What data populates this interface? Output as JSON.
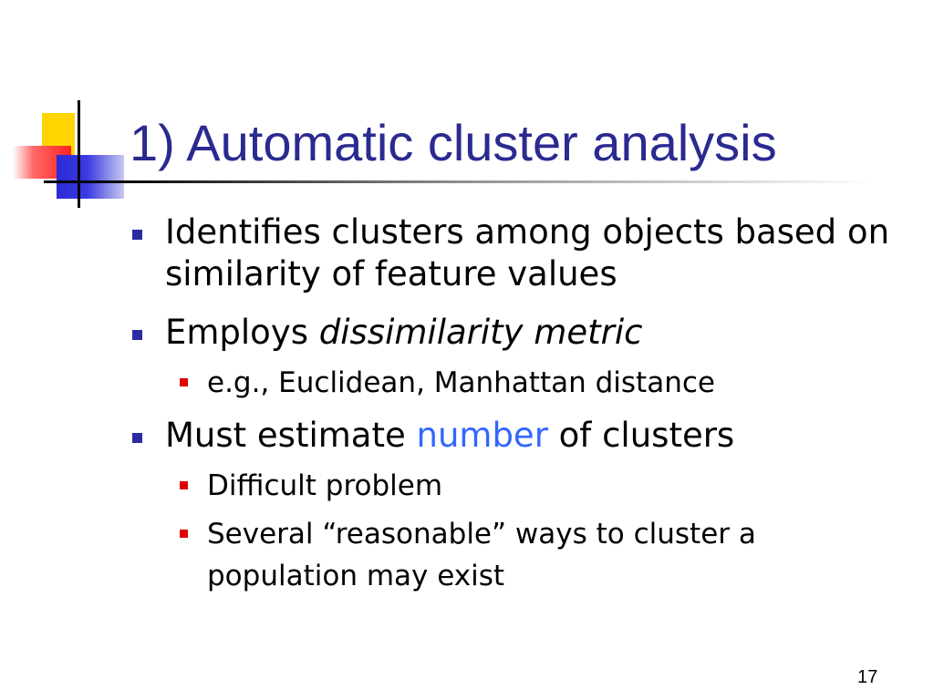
{
  "slide": {
    "title": "1) Automatic cluster analysis",
    "bullets": [
      {
        "text": "Identifies clusters among objects based on similarity of feature values"
      },
      {
        "prefix": "Employs ",
        "emphasis": "dissimilarity metric"
      },
      {
        "text": "e.g., Euclidean, Manhattan distance"
      },
      {
        "prefix": "Must estimate ",
        "highlight": "number",
        "suffix": " of clusters"
      },
      {
        "text": "Difficult problem"
      },
      {
        "text": "Several “reasonable” ways to cluster a population may exist"
      }
    ],
    "page_number": "17"
  },
  "colors": {
    "title": "#2a2a90",
    "level1_bullet": "#2b2ba0",
    "level2_bullet": "#e00000",
    "highlight": "#3366ff"
  }
}
